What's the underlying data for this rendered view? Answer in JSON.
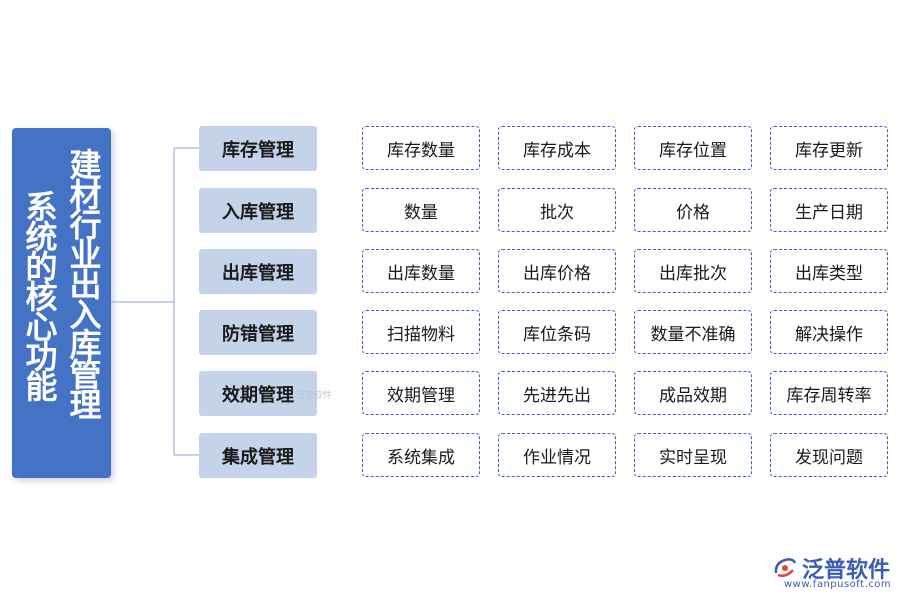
{
  "root": {
    "col1": "建材行业出入库管理",
    "col2": "系统的核心功能"
  },
  "categories": [
    {
      "label": "库存管理",
      "items": [
        "库存数量",
        "库存成本",
        "库存位置",
        "库存更新"
      ]
    },
    {
      "label": "入库管理",
      "items": [
        "数量",
        "批次",
        "价格",
        "生产日期"
      ]
    },
    {
      "label": "出库管理",
      "items": [
        "出库数量",
        "出库价格",
        "出库批次",
        "出库类型"
      ]
    },
    {
      "label": "防错管理",
      "items": [
        "扫描物料",
        "库位条码",
        "数量不准确",
        "解决操作"
      ]
    },
    {
      "label": "效期管理",
      "items": [
        "效期管理",
        "先进先出",
        "成品效期",
        "库存周转率"
      ]
    },
    {
      "label": "集成管理",
      "items": [
        "系统集成",
        "作业情况",
        "实时呈现",
        "发现问题"
      ]
    }
  ],
  "watermark": "泛普软件",
  "logo": {
    "name": "泛普软件",
    "url": "www.fanpusoft.com",
    "icon": "fanpu-logo-icon"
  },
  "colors": {
    "root_bg": "#4472c4",
    "category_bg": "#c5d3ea",
    "item_border": "#3b5bd6",
    "connector": "#8fa6d6"
  }
}
